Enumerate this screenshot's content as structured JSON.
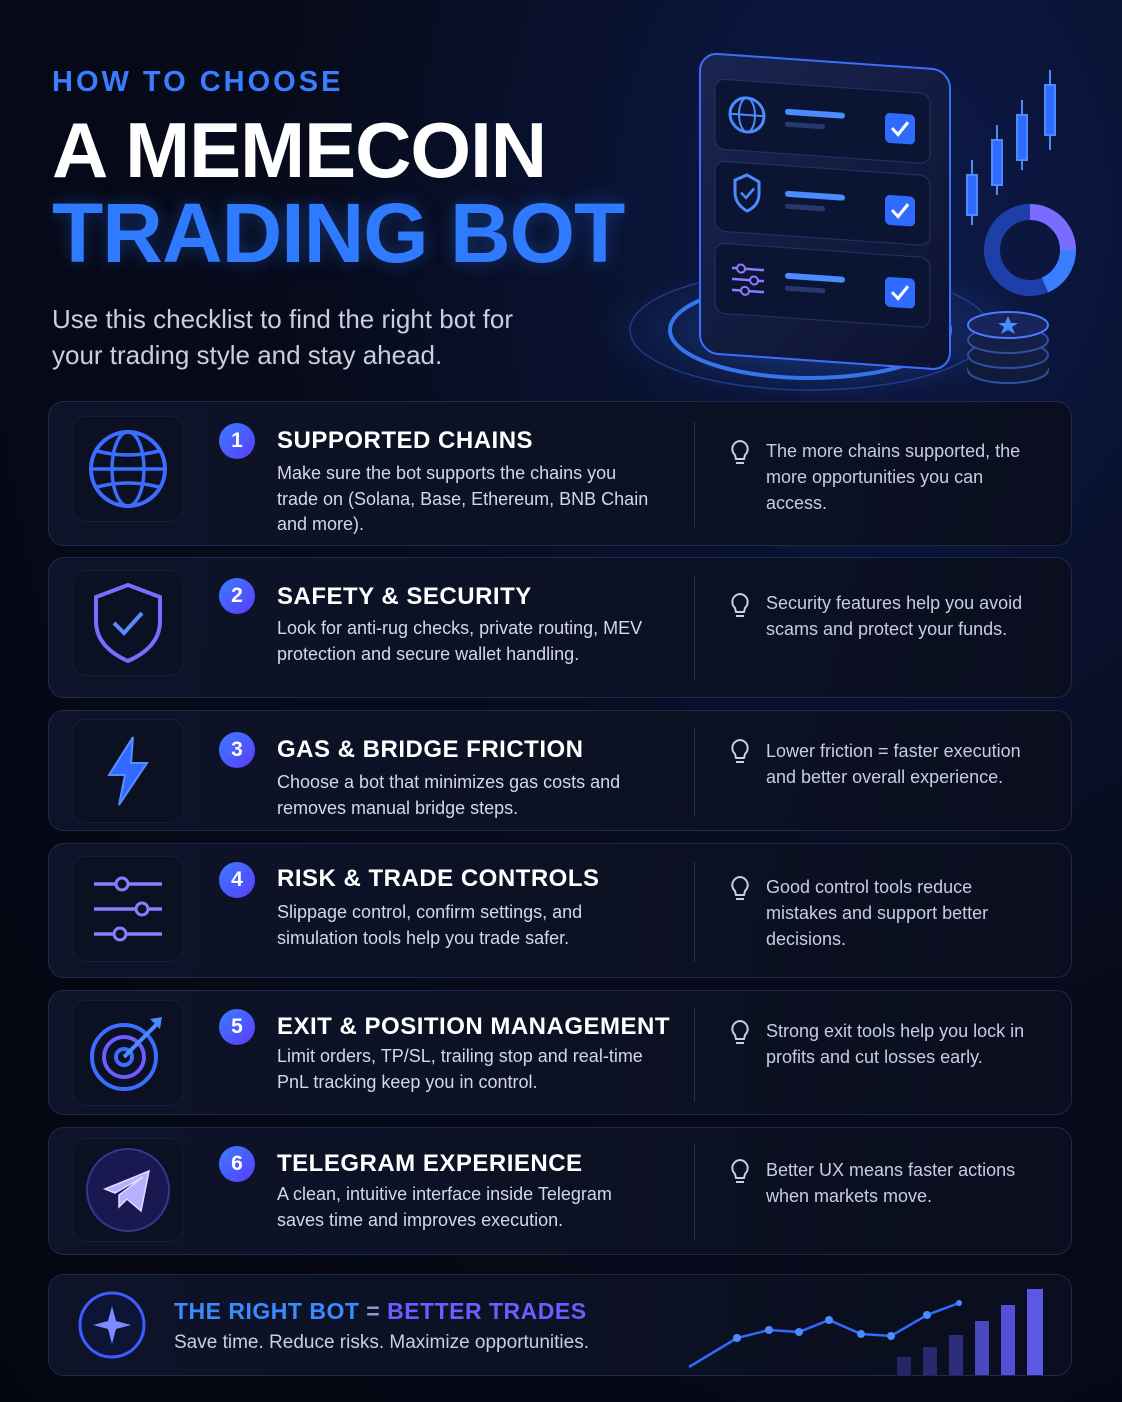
{
  "hero": {
    "eyebrow": "HOW TO CHOOSE",
    "title_line1": "A MEMECOIN",
    "title_line2": "TRADING BOT",
    "subtitle": "Use this checklist to find the right bot for your trading style and stay ahead."
  },
  "colors": {
    "accent_blue": "#2f7bff",
    "accent_purple": "#6d5cff",
    "background": "#070b1c"
  },
  "items": [
    {
      "number": "1",
      "icon": "globe-icon",
      "title": "SUPPORTED CHAINS",
      "description": "Make sure the bot supports the chains you trade on (Solana, Base, Ethereum, BNB Chain and more).",
      "tip": "The more chains supported, the more opportunities you can access."
    },
    {
      "number": "2",
      "icon": "shield-check-icon",
      "title": "SAFETY & SECURITY",
      "description": "Look for anti-rug checks, private routing, MEV protection and secure wallet handling.",
      "tip": "Security features help you avoid scams and protect your funds."
    },
    {
      "number": "3",
      "icon": "lightning-icon",
      "title": "GAS & BRIDGE FRICTION",
      "description": "Choose a bot that minimizes gas costs and removes manual bridge steps.",
      "tip": "Lower friction = faster execution and better overall experience."
    },
    {
      "number": "4",
      "icon": "sliders-icon",
      "title": "RISK & TRADE CONTROLS",
      "description": "Slippage control, confirm settings, and simulation tools help you trade safer.",
      "tip": "Good control tools reduce mistakes and support better decisions."
    },
    {
      "number": "5",
      "icon": "target-icon",
      "title": "EXIT & POSITION MANAGEMENT",
      "description": "Limit orders, TP/SL, trailing stop and real-time PnL tracking keep you in control.",
      "tip": "Strong exit tools help you lock in profits and cut losses early."
    },
    {
      "number": "6",
      "icon": "telegram-icon",
      "title": "TELEGRAM EXPERIENCE",
      "description": "A clean, intuitive interface inside Telegram saves time and improves execution.",
      "tip": "Better UX means faster actions when markets move."
    }
  ],
  "footer": {
    "title_part1": "THE RIGHT BOT",
    "title_eq": "=",
    "title_part2": "BETTER TRADES",
    "subtitle": "Save time. Reduce risks. Maximize opportunities."
  }
}
